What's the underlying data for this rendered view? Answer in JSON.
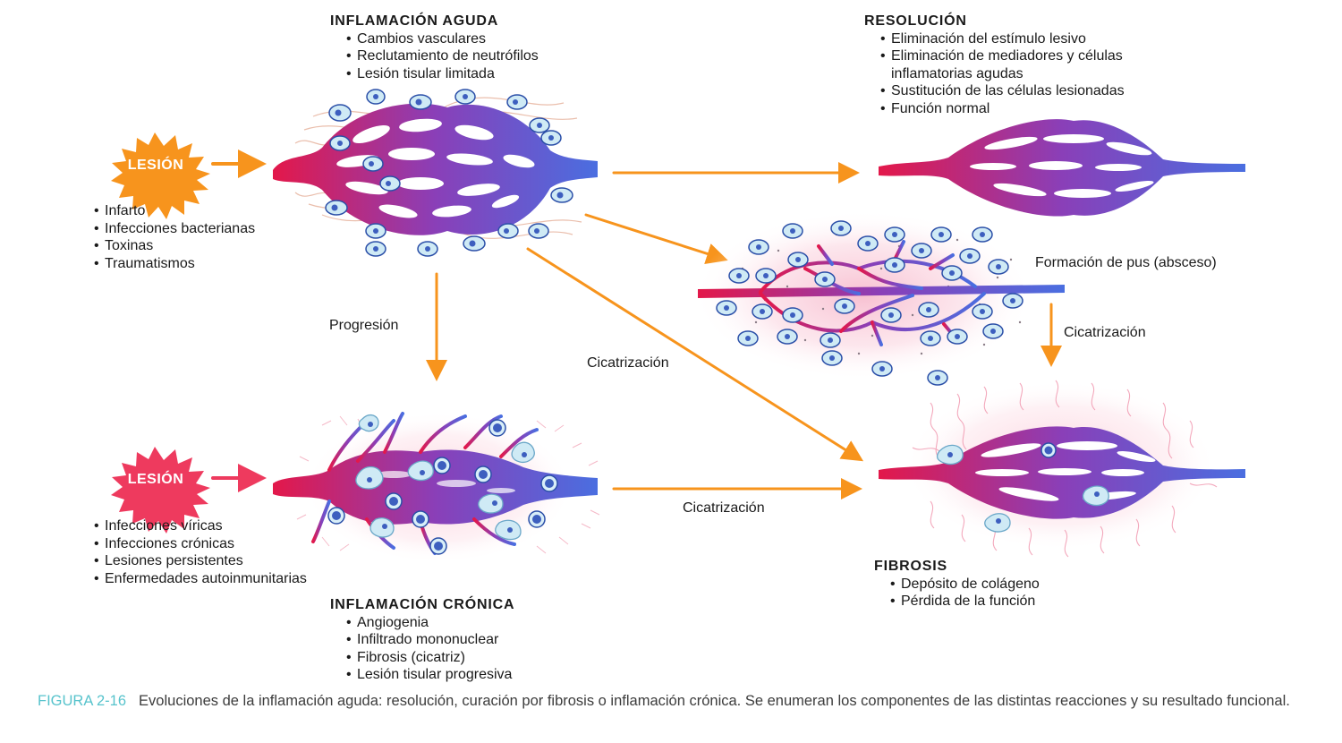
{
  "injury_badge_top": "LESIÓN",
  "injury_badge_bottom": "LESIÓN",
  "causes_acute": [
    "Infarto",
    "Infecciones bacterianas",
    "Toxinas",
    "Traumatismos"
  ],
  "causes_chronic": [
    "Infecciones víricas",
    "Infecciones crónicas",
    "Lesiones persistentes",
    "Enfermedades autoinmunitarias"
  ],
  "acute": {
    "title": "INFLAMACIÓN AGUDA",
    "items": [
      "Cambios vasculares",
      "Reclutamiento de neutrófilos",
      "Lesión tisular limitada"
    ]
  },
  "resolution": {
    "title": "RESOLUCIÓN",
    "items": [
      "Eliminación del estímulo lesivo",
      "Eliminación de mediadores y células",
      "Sustitución de las células lesionadas",
      "Función normal"
    ],
    "item2_continuation": "inflamatorias agudas"
  },
  "chronic": {
    "title": "INFLAMACIÓN CRÓNICA",
    "items": [
      "Angiogenia",
      "Infiltrado mononuclear",
      "Fibrosis (cicatriz)",
      "Lesión tisular progresiva"
    ]
  },
  "fibrosis": {
    "title": "FIBROSIS",
    "items": [
      "Depósito de colágeno",
      "Pérdida de la función"
    ]
  },
  "labels": {
    "abscess": "Formación de pus (absceso)",
    "progression": "Progresión",
    "healing_diagonal": "Cicatrización",
    "healing_abscess": "Cicatrización",
    "healing_chronic": "Cicatrización"
  },
  "caption": {
    "label": "FIGURA 2-16",
    "text": "Evoluciones de la inflamación aguda: resolución, curación por fibrosis o inflamación crónica. Se enumeran los componentes de las distintas reacciones y su resultado funcional."
  },
  "colors": {
    "arrow": "#f7941d",
    "vessel_red": "#e3184a",
    "vessel_purple": "#8a3fb8",
    "vessel_blue": "#4a6ee0",
    "starburst": "#f7941d",
    "starburst_pink": "#ee3a5e",
    "cell_fill": "#cfeaf5",
    "cell_nucleus": "#3d5fbf",
    "caption_label": "#57c3cc"
  }
}
